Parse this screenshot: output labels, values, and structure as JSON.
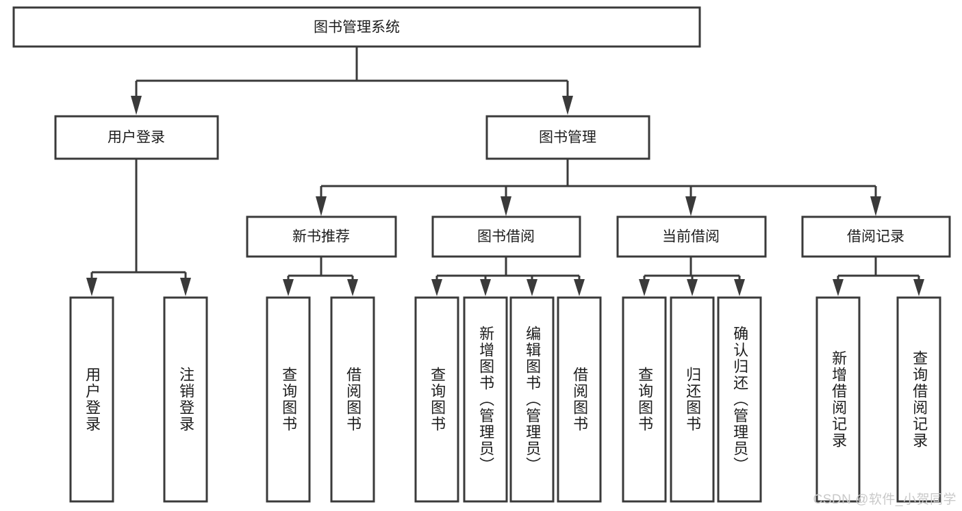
{
  "diagram": {
    "type": "tree-hierarchy-chart",
    "title": "图书管理系统",
    "root": {
      "id": "root",
      "label": "图书管理系统",
      "orientation": "horizontal"
    },
    "level2": [
      {
        "id": "user-login",
        "label": "用户登录",
        "orientation": "horizontal"
      },
      {
        "id": "book-manage",
        "label": "图书管理",
        "orientation": "horizontal"
      }
    ],
    "level3": [
      {
        "id": "new-book-recommend",
        "label": "新书推荐",
        "orientation": "horizontal",
        "parent": "book-manage"
      },
      {
        "id": "book-borrow",
        "label": "图书借阅",
        "orientation": "horizontal",
        "parent": "book-manage"
      },
      {
        "id": "current-borrow",
        "label": "当前借阅",
        "orientation": "horizontal",
        "parent": "book-manage"
      },
      {
        "id": "borrow-record",
        "label": "借阅记录",
        "orientation": "horizontal",
        "parent": "book-manage"
      }
    ],
    "leaves": [
      {
        "id": "leaf-user-login",
        "label": "用户登录",
        "orientation": "vertical",
        "parent": "user-login"
      },
      {
        "id": "leaf-user-logout",
        "label": "注销登录",
        "orientation": "vertical",
        "parent": "user-login"
      },
      {
        "id": "leaf-query-book-1",
        "label": "查询图书",
        "orientation": "vertical",
        "parent": "new-book-recommend"
      },
      {
        "id": "leaf-borrow-book-1",
        "label": "借阅图书",
        "orientation": "vertical",
        "parent": "new-book-recommend"
      },
      {
        "id": "leaf-query-book-2",
        "label": "查询图书",
        "orientation": "vertical",
        "parent": "book-borrow"
      },
      {
        "id": "leaf-add-book",
        "label": "新增图书（管理员）",
        "orientation": "vertical",
        "parent": "book-borrow"
      },
      {
        "id": "leaf-edit-book",
        "label": "编辑图书（管理员）",
        "orientation": "vertical",
        "parent": "book-borrow"
      },
      {
        "id": "leaf-borrow-book-2",
        "label": "借阅图书",
        "orientation": "vertical",
        "parent": "book-borrow"
      },
      {
        "id": "leaf-query-book-3",
        "label": "查询图书",
        "orientation": "vertical",
        "parent": "current-borrow"
      },
      {
        "id": "leaf-return-book",
        "label": "归还图书",
        "orientation": "vertical",
        "parent": "current-borrow"
      },
      {
        "id": "leaf-confirm-return",
        "label": "确认归还（管理员）",
        "orientation": "vertical",
        "parent": "current-borrow"
      },
      {
        "id": "leaf-add-record",
        "label": "新增借阅记录",
        "orientation": "vertical",
        "parent": "borrow-record"
      },
      {
        "id": "leaf-query-record",
        "label": "查询借阅记录",
        "orientation": "vertical",
        "parent": "borrow-record"
      }
    ],
    "colors": {
      "stroke": "#3a3a3a",
      "fill": "#ffffff",
      "text": "#1d1d1d",
      "background": "#ffffff",
      "watermark": "#c9c9c9"
    }
  },
  "watermark": {
    "text": "CSDN @软件_小贺同学"
  }
}
